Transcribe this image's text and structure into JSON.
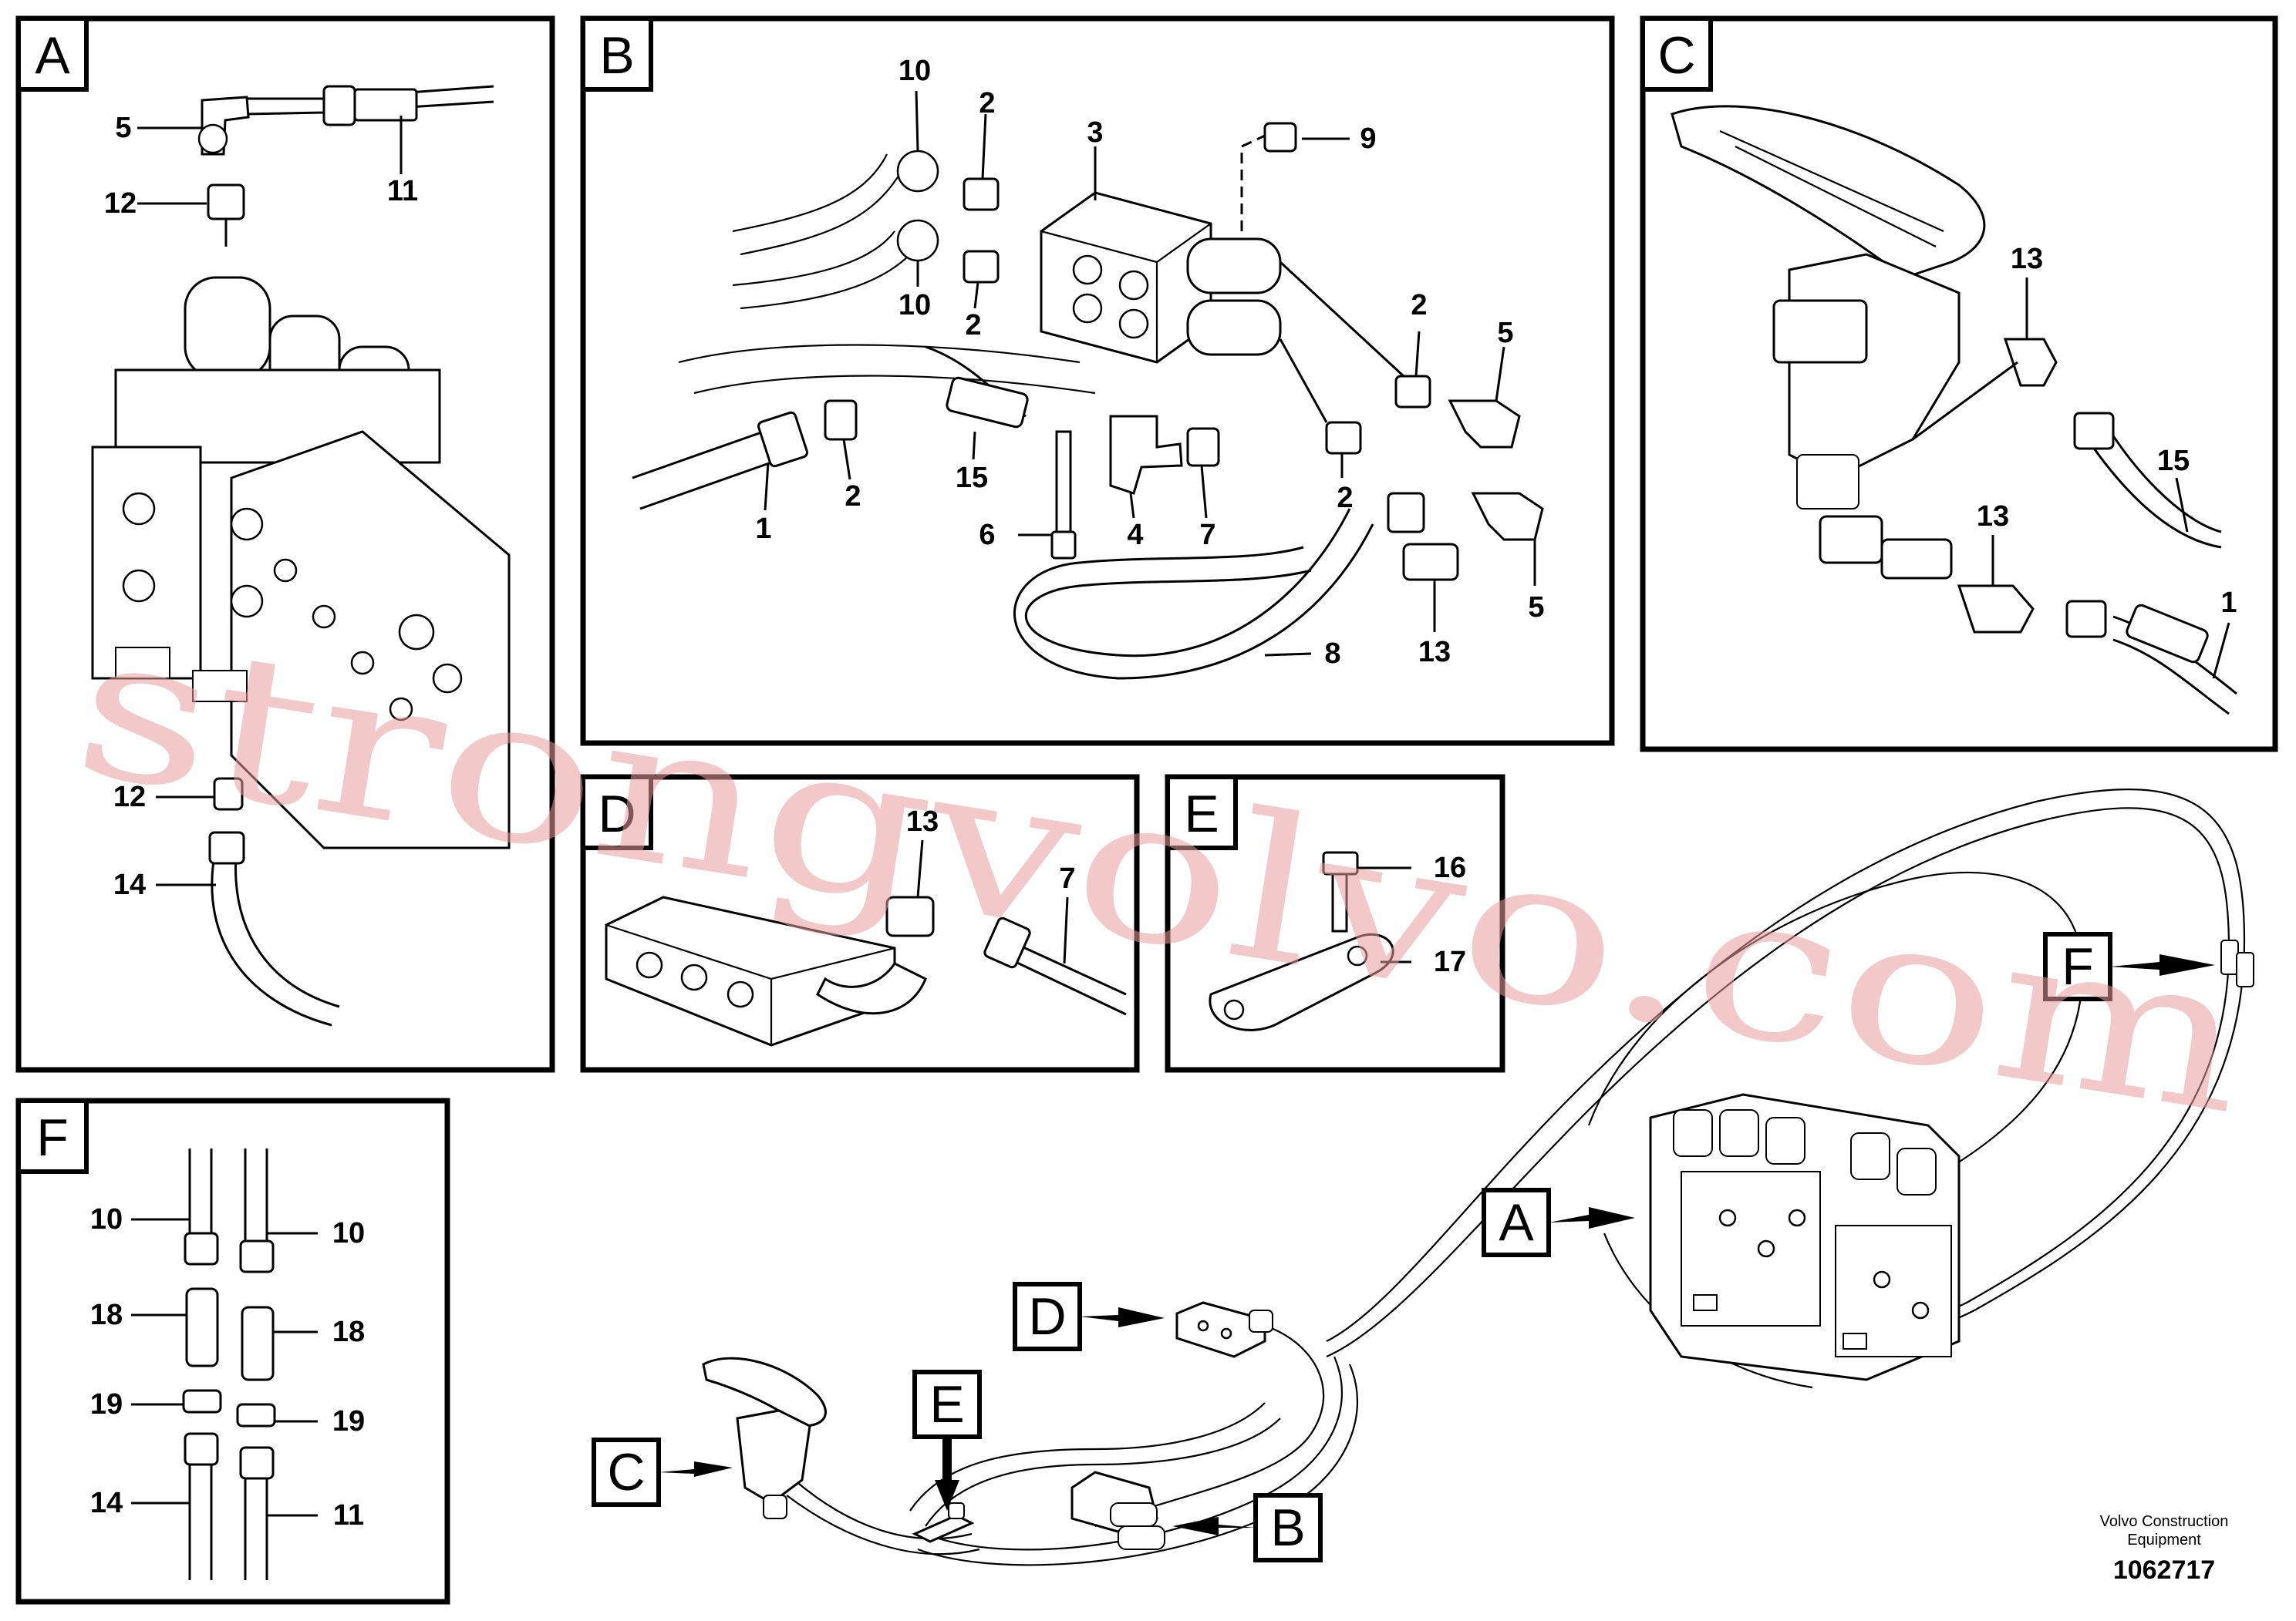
{
  "panels": {
    "A": {
      "tag": "A",
      "callouts": [
        "5",
        "12",
        "11",
        "12",
        "14"
      ]
    },
    "B": {
      "tag": "B",
      "callouts": [
        "10",
        "2",
        "3",
        "9",
        "10",
        "2",
        "2",
        "5",
        "1",
        "2",
        "15",
        "6",
        "4",
        "7",
        "2",
        "5",
        "13",
        "8"
      ]
    },
    "C": {
      "tag": "C",
      "callouts": [
        "13",
        "15",
        "13",
        "1"
      ]
    },
    "D": {
      "tag": "D",
      "callouts": [
        "13",
        "7"
      ]
    },
    "E": {
      "tag": "E",
      "callouts": [
        "16",
        "17"
      ]
    },
    "F": {
      "tag": "F",
      "callouts": [
        "10",
        "10",
        "18",
        "18",
        "19",
        "19",
        "14",
        "11"
      ]
    }
  },
  "overview_tags": [
    "A",
    "B",
    "C",
    "D",
    "E",
    "F"
  ],
  "credit": {
    "line1": "Volvo Construction",
    "line2": "Equipment",
    "number": "1062717"
  },
  "watermark": "strongvolvo.com",
  "colors": {
    "ink": "#000000",
    "watermark": "#e89a9a",
    "paper": "#ffffff"
  }
}
